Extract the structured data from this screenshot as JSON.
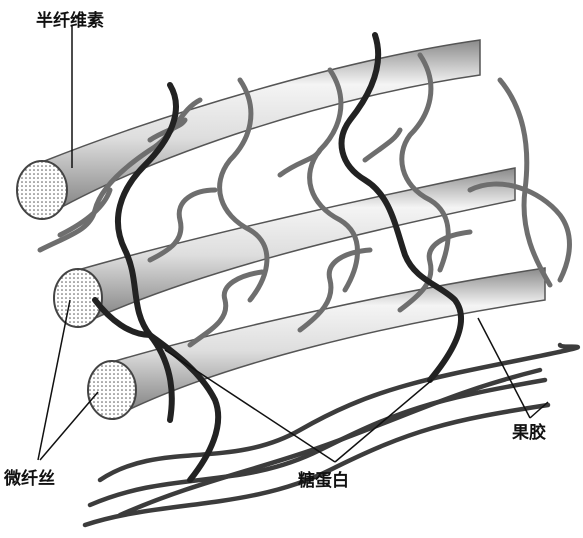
{
  "labels": {
    "hemicellulose": "半纤维素",
    "microfibril": "微纤丝",
    "glycoprotein": "糖蛋白",
    "pectin": "果胶"
  },
  "colors": {
    "fibril_light": "#f4f4f4",
    "fibril_mid": "#c9c9c9",
    "fibril_dark": "#8a8a8a",
    "hemicellulose": "#6e6e6e",
    "glycoprotein": "#222222",
    "pectin": "#3c3c3c",
    "leader": "#111111"
  }
}
